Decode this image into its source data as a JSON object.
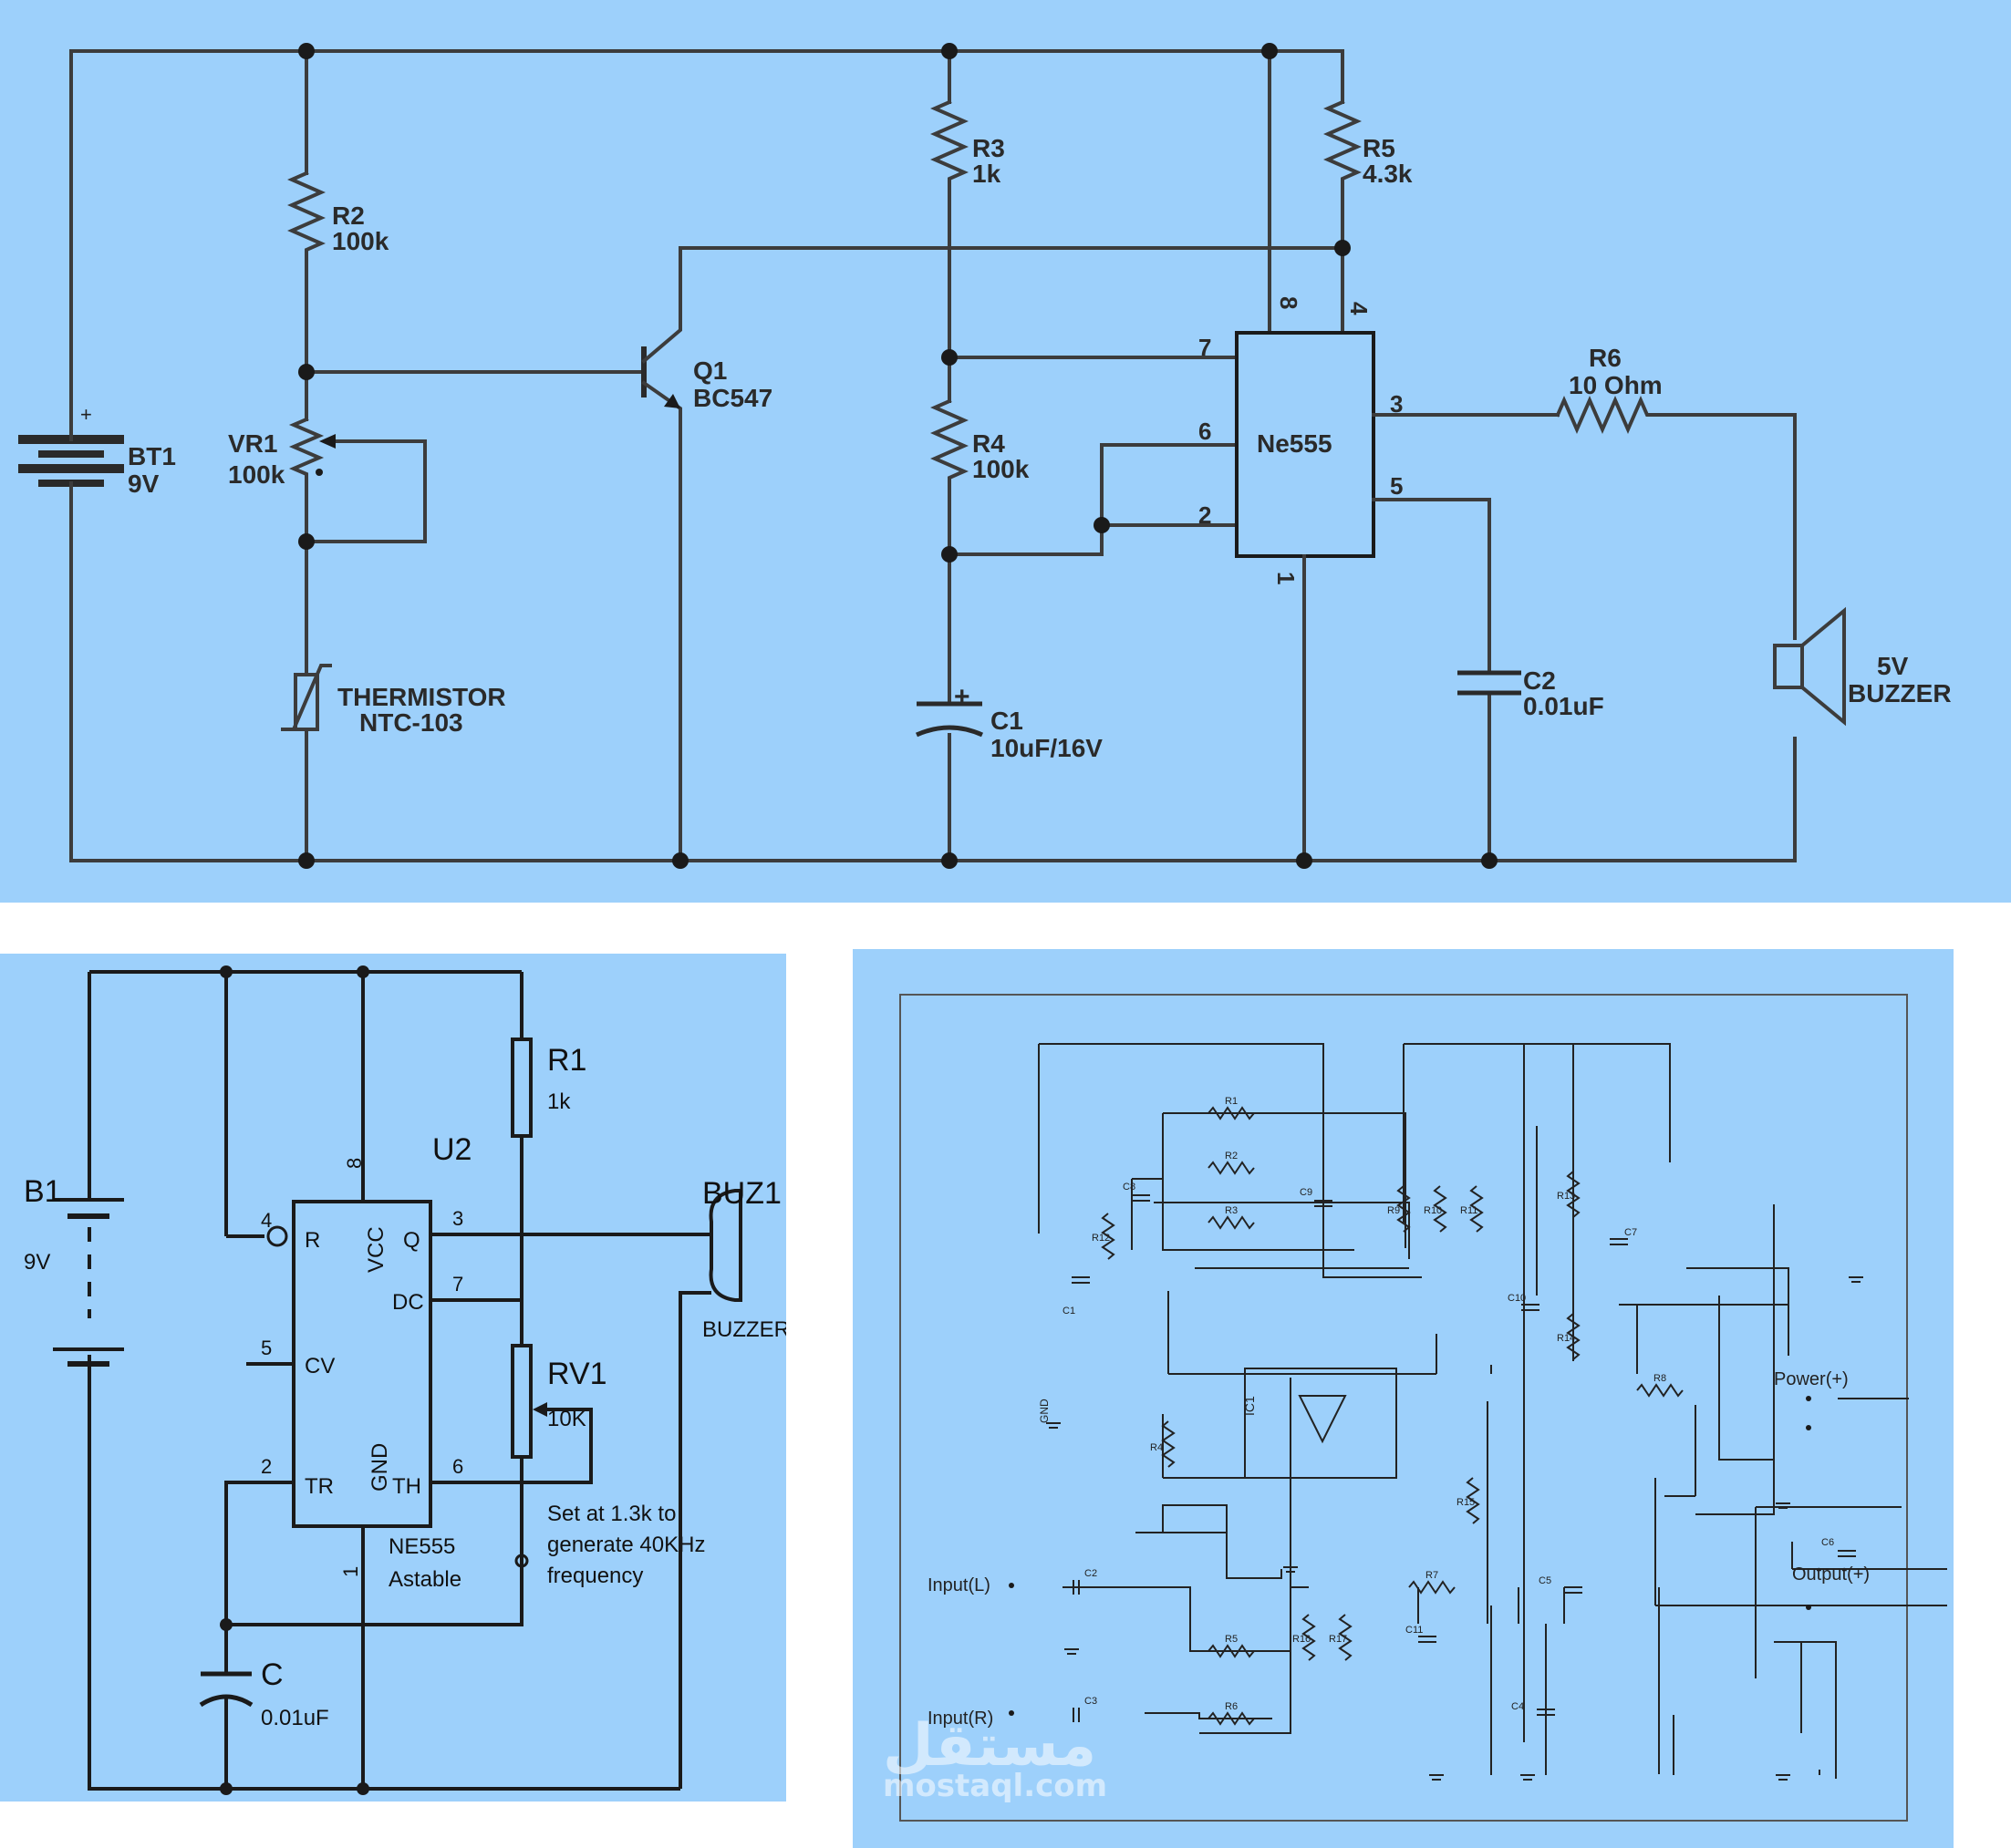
{
  "top": {
    "battery": {
      "ref": "BT1",
      "value": "9V",
      "plus": "+"
    },
    "r2": {
      "ref": "R2",
      "value": "100k"
    },
    "vr1": {
      "ref": "VR1",
      "value": "100k"
    },
    "thermistor": {
      "ref": "THERMISTOR",
      "value": "NTC-103"
    },
    "q1": {
      "ref": "Q1",
      "value": "BC547"
    },
    "r3": {
      "ref": "R3",
      "value": "1k"
    },
    "r4": {
      "ref": "R4",
      "value": "100k"
    },
    "c1": {
      "ref": "C1",
      "value": "10uF/16V",
      "plus": "+"
    },
    "r5": {
      "ref": "R5",
      "value": "4.3k"
    },
    "ic": {
      "name": "Ne555",
      "pins": {
        "p8": "8",
        "p4": "4",
        "p7": "7",
        "p6": "6",
        "p2": "2",
        "p3": "3",
        "p5": "5",
        "p1": "1"
      }
    },
    "r6": {
      "ref": "R6",
      "value": "10 Ohm"
    },
    "c2": {
      "ref": "C2",
      "value": "0.01uF"
    },
    "buzzer": {
      "line1": "5V",
      "line2": "BUZZER"
    }
  },
  "bottom_left": {
    "battery": {
      "ref": "B1",
      "value": "9V"
    },
    "ic": {
      "ref": "U2",
      "name": "NE555",
      "mode": "Astable",
      "pins": {
        "r": "R",
        "vcc": "VCC",
        "q": "Q",
        "dc": "DC",
        "cv": "CV",
        "tr": "TR",
        "gnd": "GND",
        "th": "TH",
        "n4": "4",
        "n8": "8",
        "n3": "3",
        "n7": "7",
        "n5": "5",
        "n2": "2",
        "n6": "6",
        "n1": "1"
      }
    },
    "r1": {
      "ref": "R1",
      "value": "1k"
    },
    "rv1": {
      "ref": "RV1",
      "value": "10K"
    },
    "buzzer": {
      "ref": "BUZ1",
      "label": "BUZZER"
    },
    "cap": {
      "ref": "C",
      "value": "0.01uF"
    },
    "note": [
      "Set at 1.3k to",
      "generate 40KHz",
      "frequency"
    ]
  },
  "bottom_right": {
    "input_l": "Input(L)",
    "input_r": "Input(R)",
    "power": "Power(+)",
    "output": "Output(+)",
    "gnd": "GND",
    "resistors": [
      "R1",
      "R2",
      "R3",
      "R4",
      "R5",
      "R6",
      "R7",
      "R8",
      "R9",
      "R10",
      "R11",
      "R12",
      "R13",
      "R14",
      "R15",
      "R16",
      "R17"
    ],
    "caps": [
      "C1",
      "C2",
      "C3",
      "C4",
      "C5",
      "C6",
      "C7",
      "C8",
      "C9",
      "C10",
      "C11"
    ],
    "ic": "IC1"
  },
  "watermark": {
    "arabic": "مستقل",
    "latin": "mostaql.com"
  }
}
